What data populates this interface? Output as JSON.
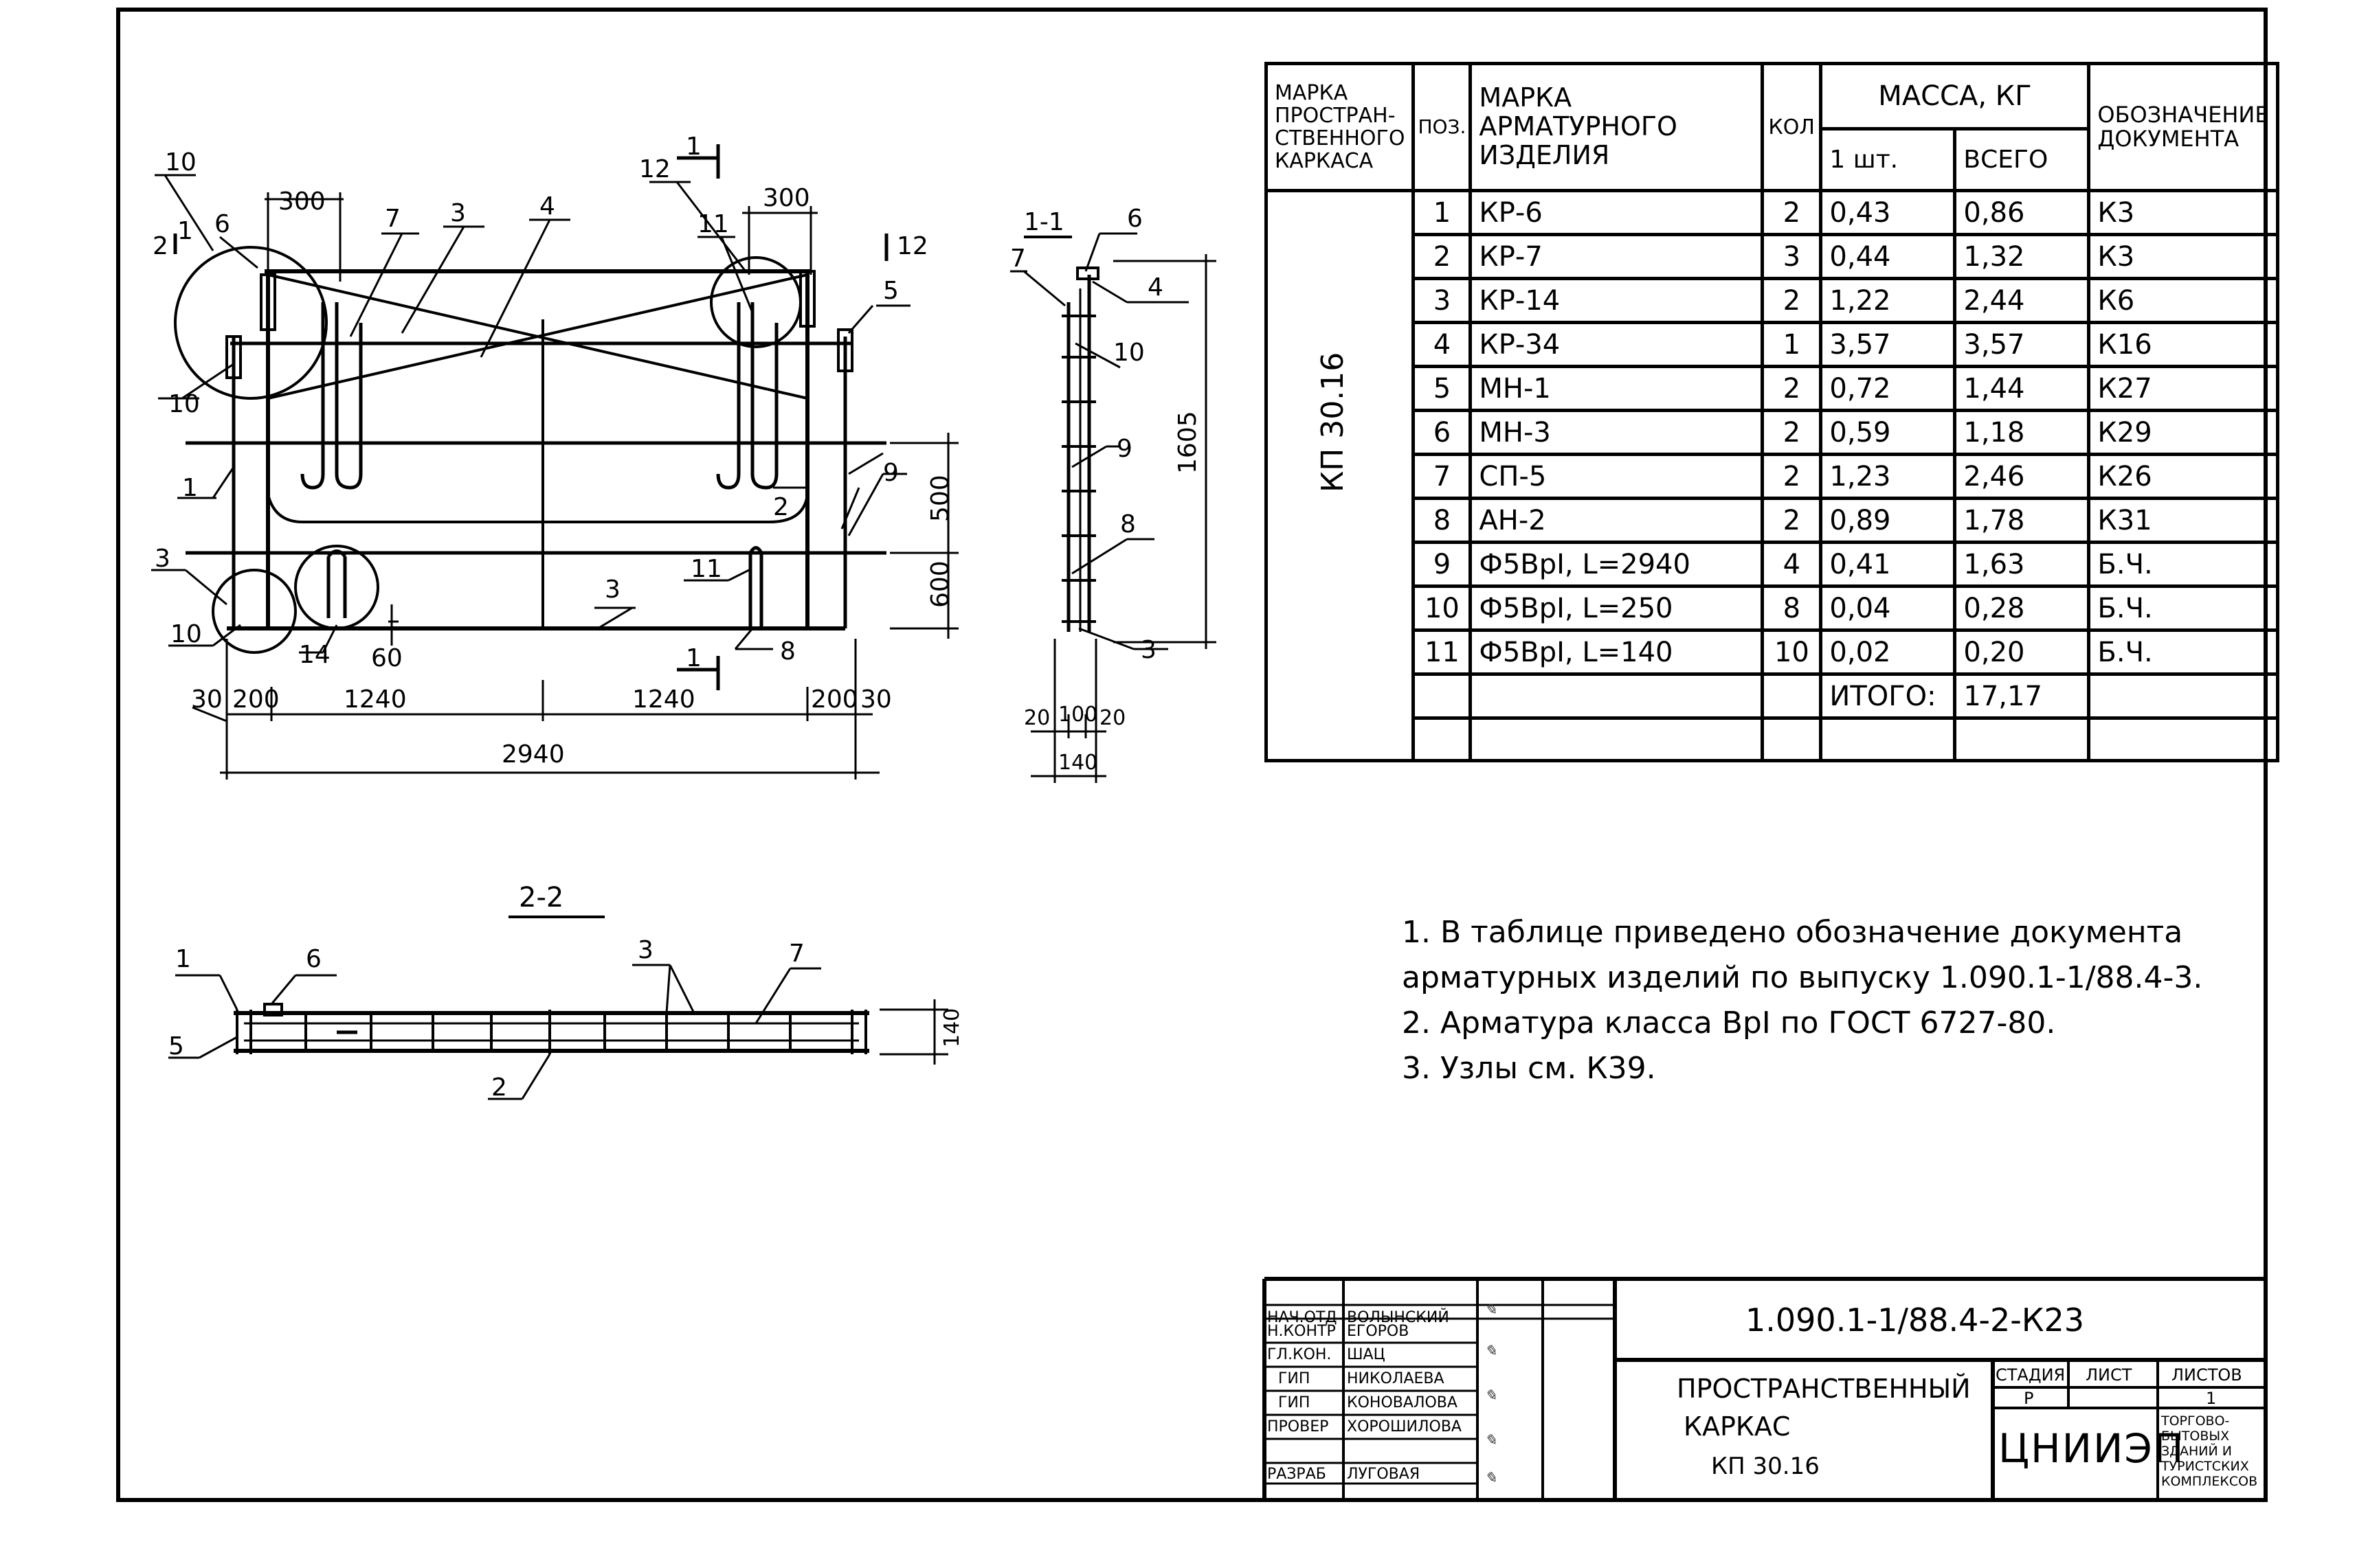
{
  "drawing": {
    "plan": {
      "leaders": [
        "10",
        "6",
        "2",
        "300",
        "7",
        "3",
        "4",
        "12",
        "11",
        "300",
        "12",
        "5",
        "1",
        "10",
        "1",
        "3",
        "10",
        "14",
        "60",
        "2",
        "3",
        "11",
        "8",
        "9",
        "500",
        "600",
        "1",
        "1"
      ],
      "dims_bottom": [
        "30",
        "200",
        "1240",
        "1240",
        "200",
        "30",
        "2940"
      ]
    },
    "section_1_1": {
      "title": "1-1",
      "leaders": [
        "6",
        "7",
        "4",
        "10",
        "9",
        "8",
        "3"
      ],
      "height": "1605",
      "dims_bottom": [
        "20",
        "100",
        "20",
        "140"
      ]
    },
    "section_2_2": {
      "title": "2-2",
      "leaders": [
        "1",
        "6",
        "3",
        "7",
        "5",
        "2"
      ],
      "height": "140"
    }
  },
  "spec_table": {
    "headers": {
      "frame_mark": "МАРКА ПРОСТРАН-СТВЕННОГО КАРКАСА",
      "pos": "ПОЗ.",
      "item_mark": "МАРКА АРМАТУРНОГО ИЗДЕЛИЯ",
      "qty": "КОЛ",
      "mass": "МАССА, КГ",
      "mass_one": "1 шт.",
      "mass_total": "ВСЕГО",
      "doc": "ОБОЗНАЧЕНИЕ ДОКУМЕНТА"
    },
    "frame_mark_value": "КП 30.16",
    "rows": [
      {
        "pos": "1",
        "mark": "КР-6",
        "qty": "2",
        "one": "0,43",
        "total": "0,86",
        "doc": "К3"
      },
      {
        "pos": "2",
        "mark": "КР-7",
        "qty": "3",
        "one": "0,44",
        "total": "1,32",
        "doc": "К3"
      },
      {
        "pos": "3",
        "mark": "КР-14",
        "qty": "2",
        "one": "1,22",
        "total": "2,44",
        "doc": "К6"
      },
      {
        "pos": "4",
        "mark": "КР-34",
        "qty": "1",
        "one": "3,57",
        "total": "3,57",
        "doc": "К16"
      },
      {
        "pos": "5",
        "mark": "МН-1",
        "qty": "2",
        "one": "0,72",
        "total": "1,44",
        "doc": "К27"
      },
      {
        "pos": "6",
        "mark": "МН-3",
        "qty": "2",
        "one": "0,59",
        "total": "1,18",
        "doc": "К29"
      },
      {
        "pos": "7",
        "mark": "СП-5",
        "qty": "2",
        "one": "1,23",
        "total": "2,46",
        "doc": "К26"
      },
      {
        "pos": "8",
        "mark": "АН-2",
        "qty": "2",
        "one": "0,89",
        "total": "1,78",
        "doc": "К31"
      },
      {
        "pos": "9",
        "mark": "Ф5ВрI, L=2940",
        "qty": "4",
        "one": "0,41",
        "total": "1,63",
        "doc": "Б.Ч."
      },
      {
        "pos": "10",
        "mark": "Ф5ВрI, L=250",
        "qty": "8",
        "one": "0,04",
        "total": "0,28",
        "doc": "Б.Ч."
      },
      {
        "pos": "11",
        "mark": "Ф5ВрI, L=140",
        "qty": "10",
        "one": "0,02",
        "total": "0,20",
        "doc": "Б.Ч."
      }
    ],
    "total_label": "ИТОГО:",
    "total_value": "17,17"
  },
  "notes": [
    "1. В таблице приведено обозначение документа",
    "арматурных изделий по выпуску 1.090.1-1/88.4-3.",
    "2. Арматура класса ВрI по ГОСТ 6727-80.",
    "3. Узлы см. К39."
  ],
  "title_block": {
    "code": "1.090.1-1/88.4-2-К23",
    "title_line1": "ПРОСТРАНСТВЕННЫЙ",
    "title_line2": "КАРКАС",
    "title_line3": "КП 30.16",
    "stage_label": "СТАДИЯ",
    "stage_value": "Р",
    "sheet_label": "ЛИСТ",
    "sheets_label": "ЛИСТОВ",
    "sheets_value": "1",
    "org": "ЦНИИЭП",
    "org_sub": [
      "ТОРГОВО-",
      "БЫТОВЫХ",
      "ЗДАНИЙ И",
      "ТУРИСТСКИХ",
      "КОМПЛЕКСОВ"
    ],
    "people": [
      {
        "role": "НАЧ.ОТД",
        "name": "ВОЛЫНСКИЙ"
      },
      {
        "role": "Н.КОНТР",
        "name": "ЕГОРОВ"
      },
      {
        "role": "ГЛ.КОН.",
        "name": "ШАЦ"
      },
      {
        "role": "ГИП",
        "name": "НИКОЛАЕВА"
      },
      {
        "role": "ГИП",
        "name": "КОНОВАЛОВА"
      },
      {
        "role": "ПРОВЕР",
        "name": "ХОРОШИЛОВА"
      },
      {
        "role": "РАЗРАБ",
        "name": "ЛУГОВАЯ"
      }
    ]
  }
}
